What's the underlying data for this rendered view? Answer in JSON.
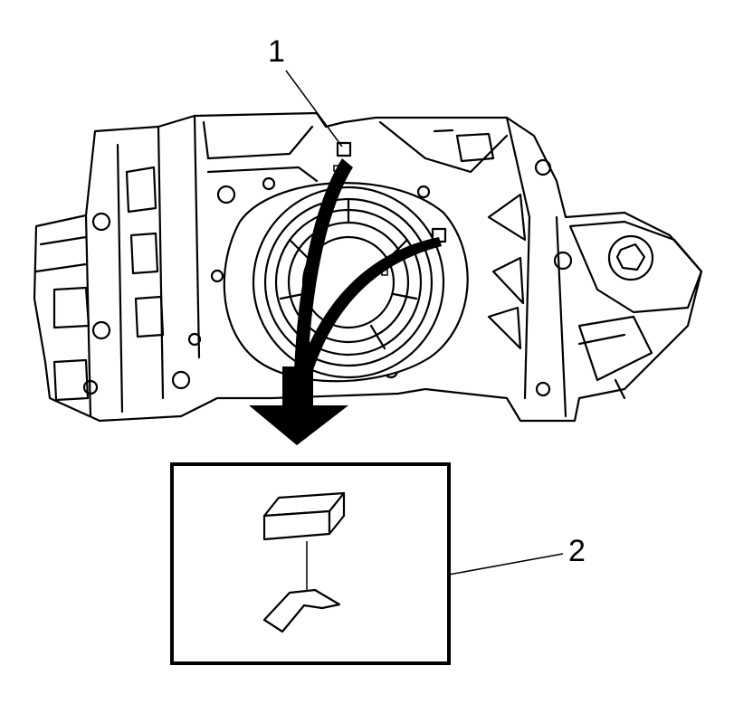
{
  "callouts": {
    "one": "1",
    "two": "2"
  },
  "colors": {
    "line": "#000000",
    "background": "#ffffff"
  },
  "icons": [
    "engine-block",
    "clip-retainer",
    "removal-arrow",
    "detail-box"
  ]
}
